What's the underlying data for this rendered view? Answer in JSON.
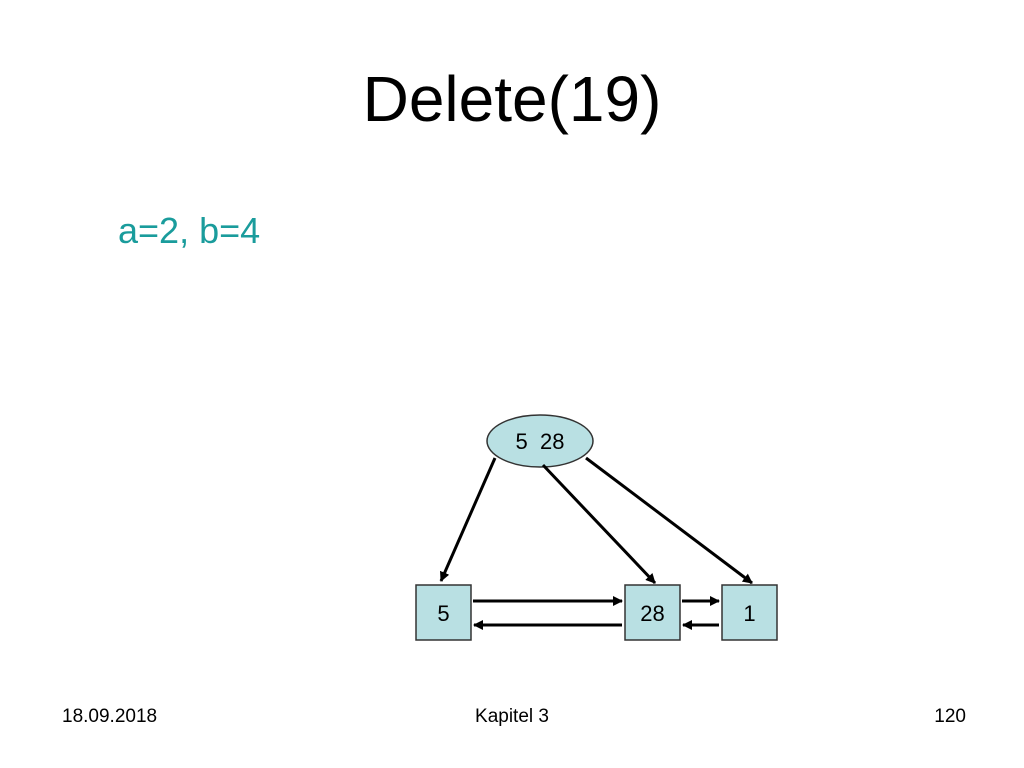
{
  "slide": {
    "title": "Delete(19)",
    "params": "a=2, b=4"
  },
  "diagram": {
    "root_label": "5  28",
    "leaves": [
      "5",
      "28",
      "1"
    ],
    "colors": {
      "node_fill": "#b9e0e3",
      "node_stroke": "#333333",
      "arrow": "#000000",
      "params_text": "#1a9c9c"
    }
  },
  "footer": {
    "date": "18.09.2018",
    "chapter": "Kapitel 3",
    "page": "120"
  }
}
